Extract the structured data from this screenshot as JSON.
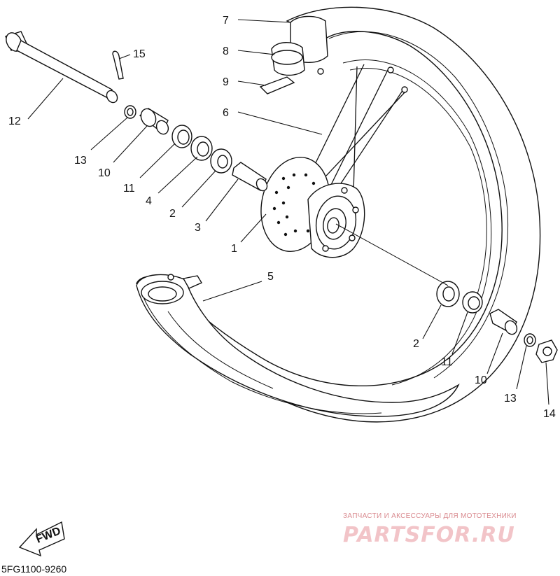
{
  "diagram": {
    "code": "5FG1100-9260",
    "fwd_label": "FWD",
    "callouts": [
      {
        "id": "c7",
        "label": "7"
      },
      {
        "id": "c8",
        "label": "8"
      },
      {
        "id": "c9",
        "label": "9"
      },
      {
        "id": "c6",
        "label": "6"
      },
      {
        "id": "c15",
        "label": "15"
      },
      {
        "id": "c12",
        "label": "12"
      },
      {
        "id": "c13a",
        "label": "13"
      },
      {
        "id": "c10a",
        "label": "10"
      },
      {
        "id": "c11a",
        "label": "11"
      },
      {
        "id": "c4",
        "label": "4"
      },
      {
        "id": "c2a",
        "label": "2"
      },
      {
        "id": "c3",
        "label": "3"
      },
      {
        "id": "c1",
        "label": "1"
      },
      {
        "id": "c5",
        "label": "5"
      },
      {
        "id": "c2b",
        "label": "2"
      },
      {
        "id": "c11b",
        "label": "11"
      },
      {
        "id": "c10b",
        "label": "10"
      },
      {
        "id": "c13b",
        "label": "13"
      },
      {
        "id": "c14",
        "label": "14"
      }
    ]
  },
  "watermark": {
    "tagline": "ЗАПЧАСТИ И АКСЕССУАРЫ ДЛЯ МОТОТЕХНИКИ",
    "brand": "PARTSFOR.RU",
    "color": "#e8a0a6"
  }
}
